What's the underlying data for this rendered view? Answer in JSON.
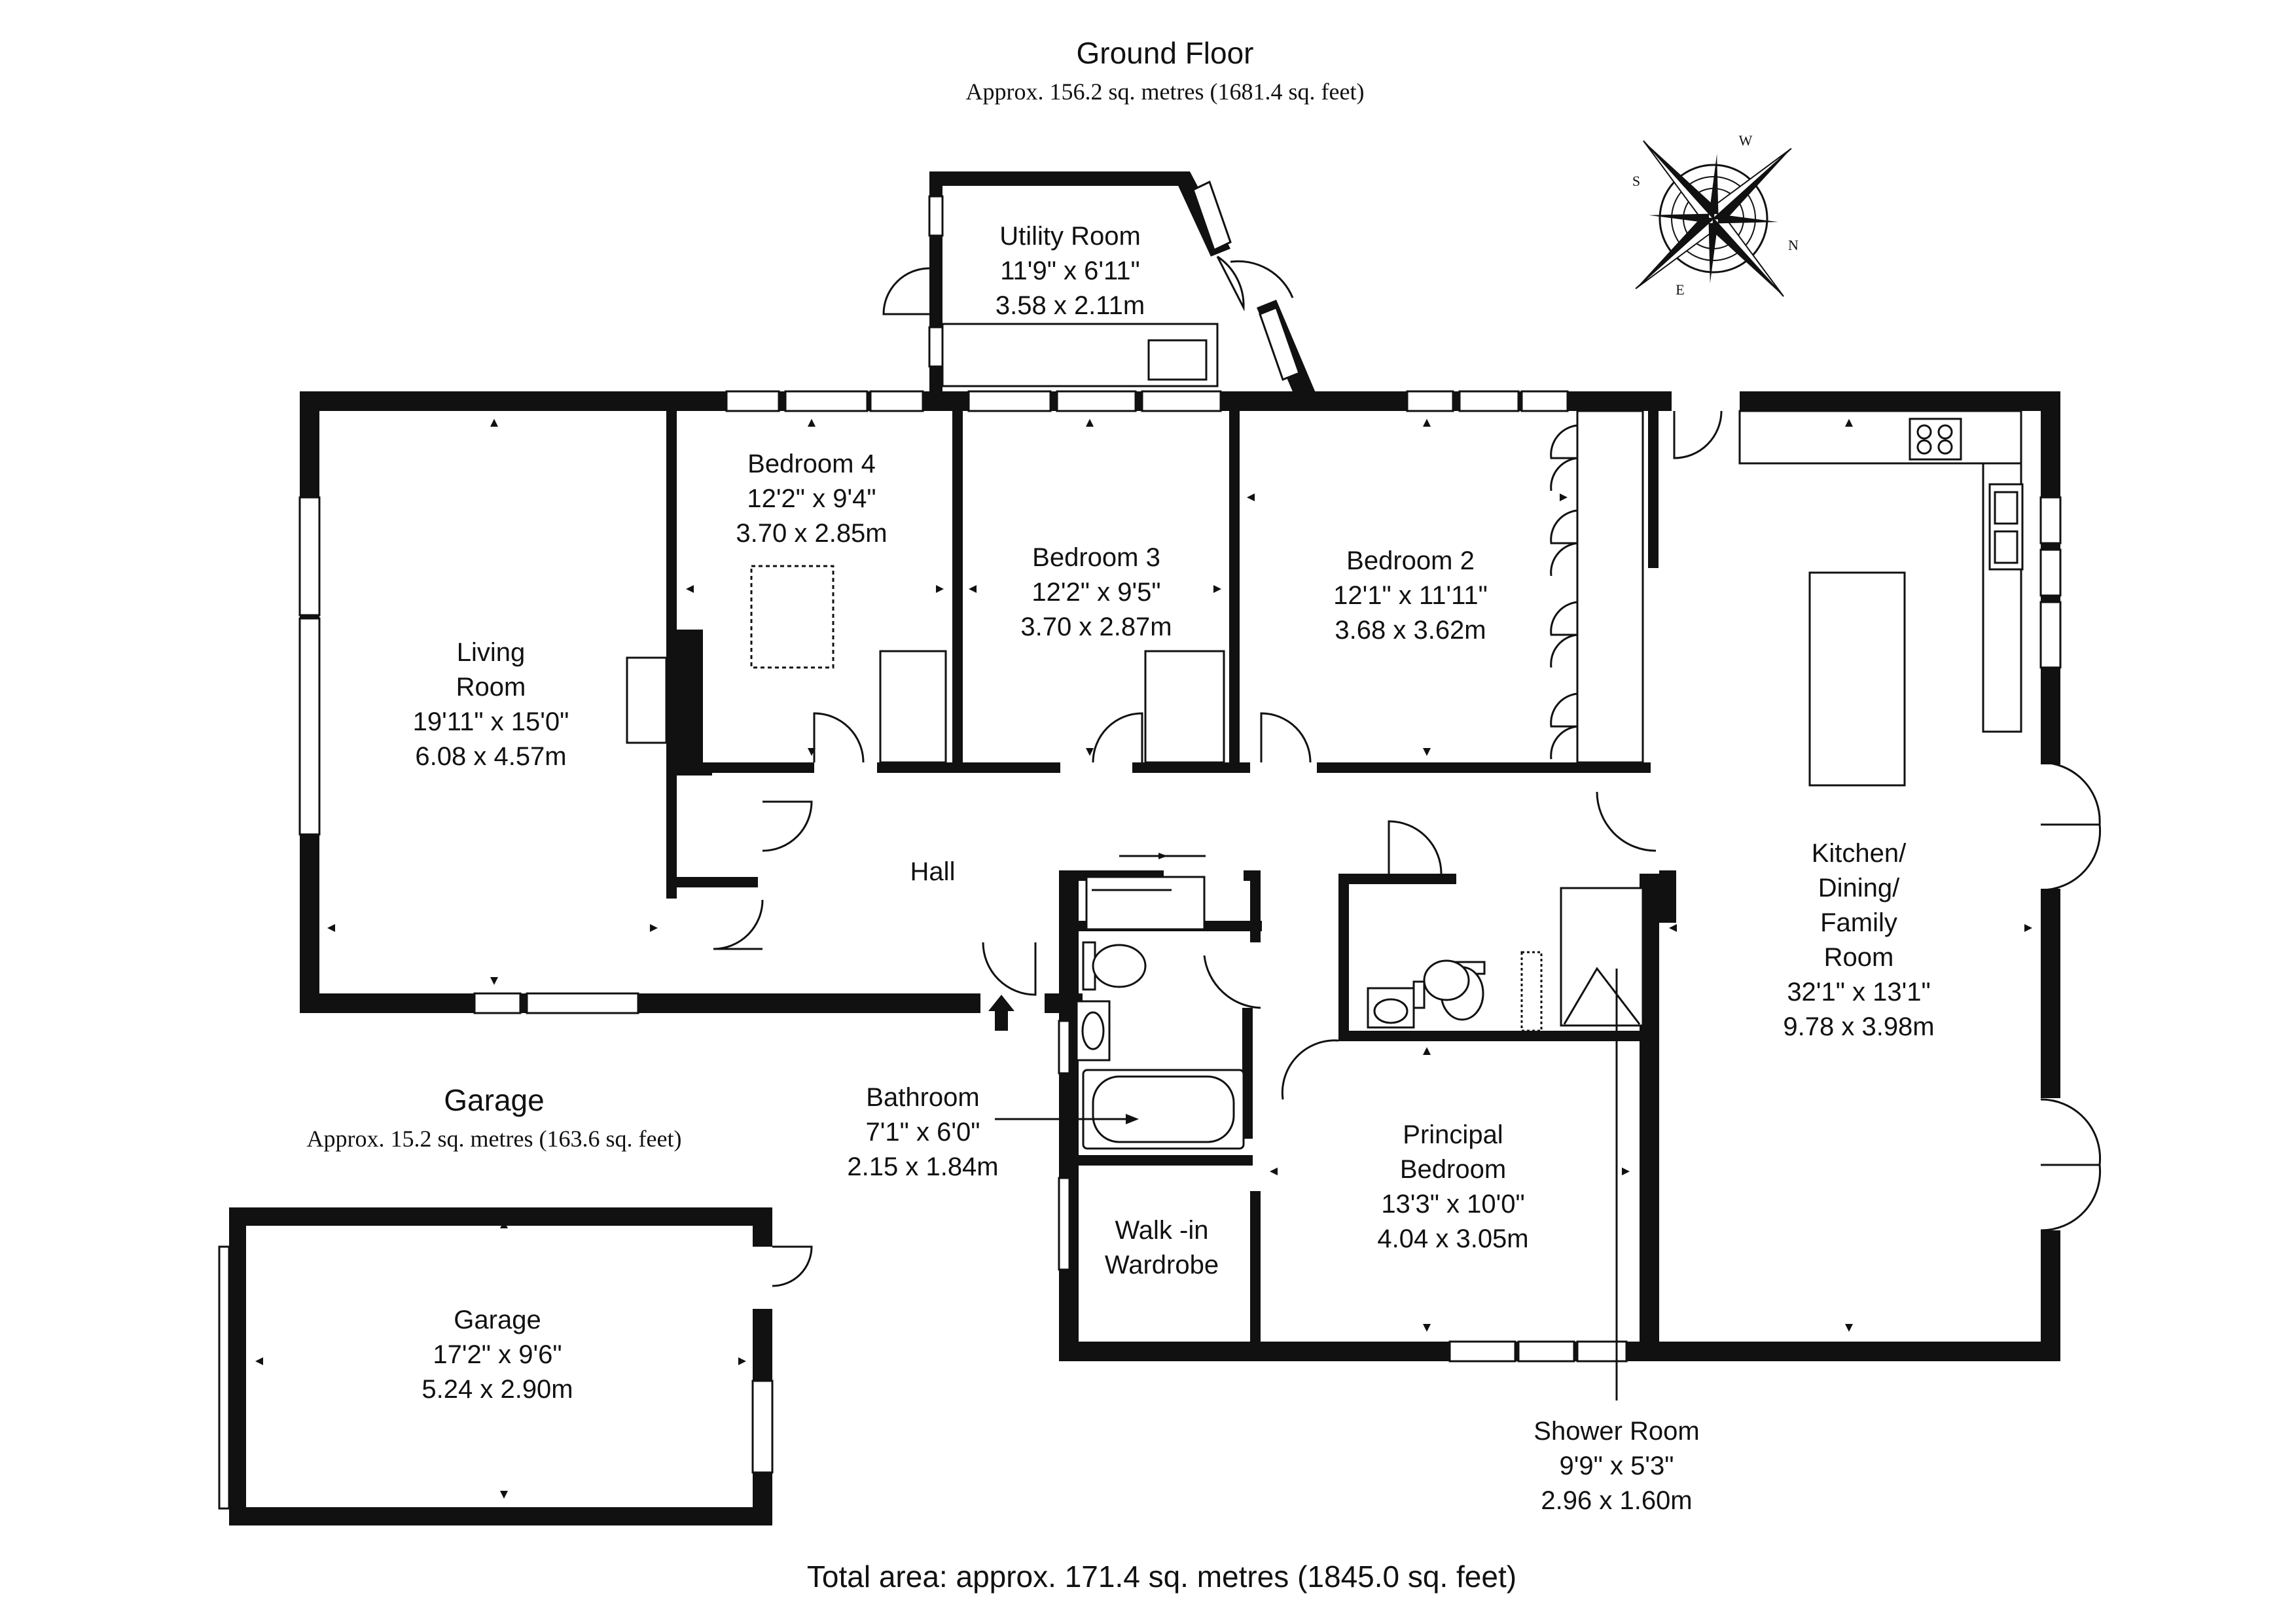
{
  "header": {
    "title": "Ground Floor",
    "subtitle": "Approx. 156.2 sq. metres (1681.4 sq. feet)"
  },
  "garage_header": {
    "title": "Garage",
    "subtitle": "Approx. 15.2 sq. metres (163.6 sq. feet)"
  },
  "footer": {
    "total": "Total area: approx. 171.4 sq. metres (1845.0 sq. feet)"
  },
  "compass": {
    "points": [
      "W",
      "N",
      "E",
      "S"
    ]
  },
  "rooms": {
    "utility": {
      "lines": [
        "Utility Room",
        "11'9\" x 6'11\"",
        "3.58 x 2.11m"
      ]
    },
    "bedroom4": {
      "lines": [
        "Bedroom 4",
        "12'2\" x 9'4\"",
        "3.70 x 2.85m"
      ]
    },
    "bedroom3": {
      "lines": [
        "Bedroom 3",
        "12'2\" x 9'5\"",
        "3.70 x 2.87m"
      ]
    },
    "bedroom2": {
      "lines": [
        "Bedroom 2",
        "12'1\" x 11'11\"",
        "3.68 x 3.62m"
      ]
    },
    "living": {
      "lines": [
        "Living",
        "Room",
        "19'11\" x 15'0\"",
        "6.08 x 4.57m"
      ]
    },
    "hall": {
      "lines": [
        "Hall"
      ]
    },
    "kitchen": {
      "lines": [
        "Kitchen/",
        "Dining/",
        "Family",
        "Room",
        "32'1\" x 13'1\"",
        "9.78 x 3.98m"
      ]
    },
    "bathroom": {
      "lines": [
        "Bathroom",
        "7'1\" x 6'0\"",
        "2.15 x 1.84m"
      ]
    },
    "principal": {
      "lines": [
        "Principal",
        "Bedroom",
        "13'3\" x 10'0\"",
        "4.04 x 3.05m"
      ]
    },
    "wardrobe": {
      "lines": [
        "Walk -in",
        "Wardrobe"
      ]
    },
    "shower": {
      "lines": [
        "Shower Room",
        "9'9\" x 5'3\"",
        "2.96 x 1.60m"
      ]
    },
    "garage": {
      "lines": [
        "Garage",
        "17'2\" x 9'6\"",
        "5.24 x 2.90m"
      ]
    }
  }
}
